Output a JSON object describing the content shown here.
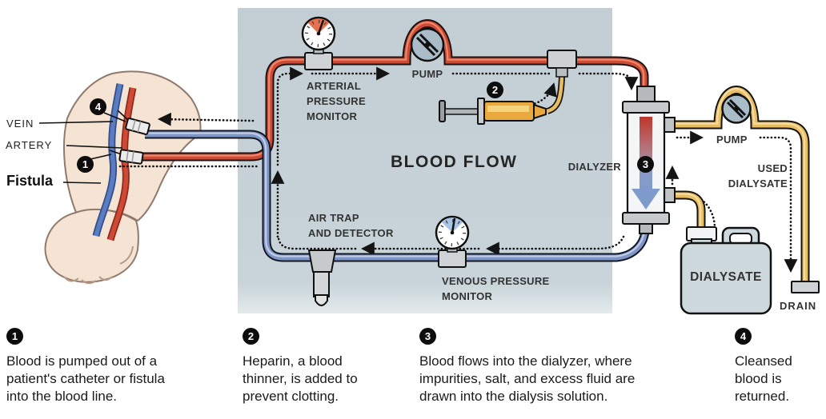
{
  "anatomy": {
    "vein_label": "VEIN",
    "artery_label": "ARTERY",
    "fistula_label": "Fistula",
    "vein_site_badge": "4",
    "artery_site_badge": "1"
  },
  "machine": {
    "arterial_monitor_lines": [
      "ARTERIAL",
      "PRESSURE",
      "MONITOR"
    ],
    "blood_pump_label": "PUMP",
    "heparin_badge": "2",
    "blood_flow_label": "BLOOD FLOW",
    "dialyzer_label": "DIALYZER",
    "dialyzer_badge": "3",
    "air_trap_lines": [
      "AIR TRAP",
      "AND DETECTOR"
    ],
    "venous_monitor_lines": [
      "VENOUS PRESSURE",
      "MONITOR"
    ]
  },
  "dialysate": {
    "pump_label": "PUMP",
    "used_dialysate_lines": [
      "USED",
      "DIALYSATE"
    ],
    "container_label": "DIALYSATE",
    "drain_label": "DRAIN"
  },
  "steps": [
    {
      "number": "1",
      "lines": [
        "Blood is pumped out of a",
        "patient's catheter or fistula",
        "into the blood line."
      ]
    },
    {
      "number": "2",
      "lines": [
        "Heparin, a blood",
        "thinner, is added to",
        "prevent clotting."
      ]
    },
    {
      "number": "3",
      "lines": [
        "Blood flows into the dialyzer, where",
        "impurities, salt, and excess fluid are",
        "drawn into the dialysis solution."
      ]
    },
    {
      "number": "4",
      "lines": [
        "Cleansed",
        "blood is",
        "returned."
      ]
    }
  ],
  "colors": {
    "panel": "#c3cfd5",
    "blood_red": "#cc4b36",
    "blood_blue": "#7e95c5",
    "dialysate_yellow": "#e9bd62",
    "skin": "#f5e3d3",
    "badge": "#0d0d0d"
  }
}
